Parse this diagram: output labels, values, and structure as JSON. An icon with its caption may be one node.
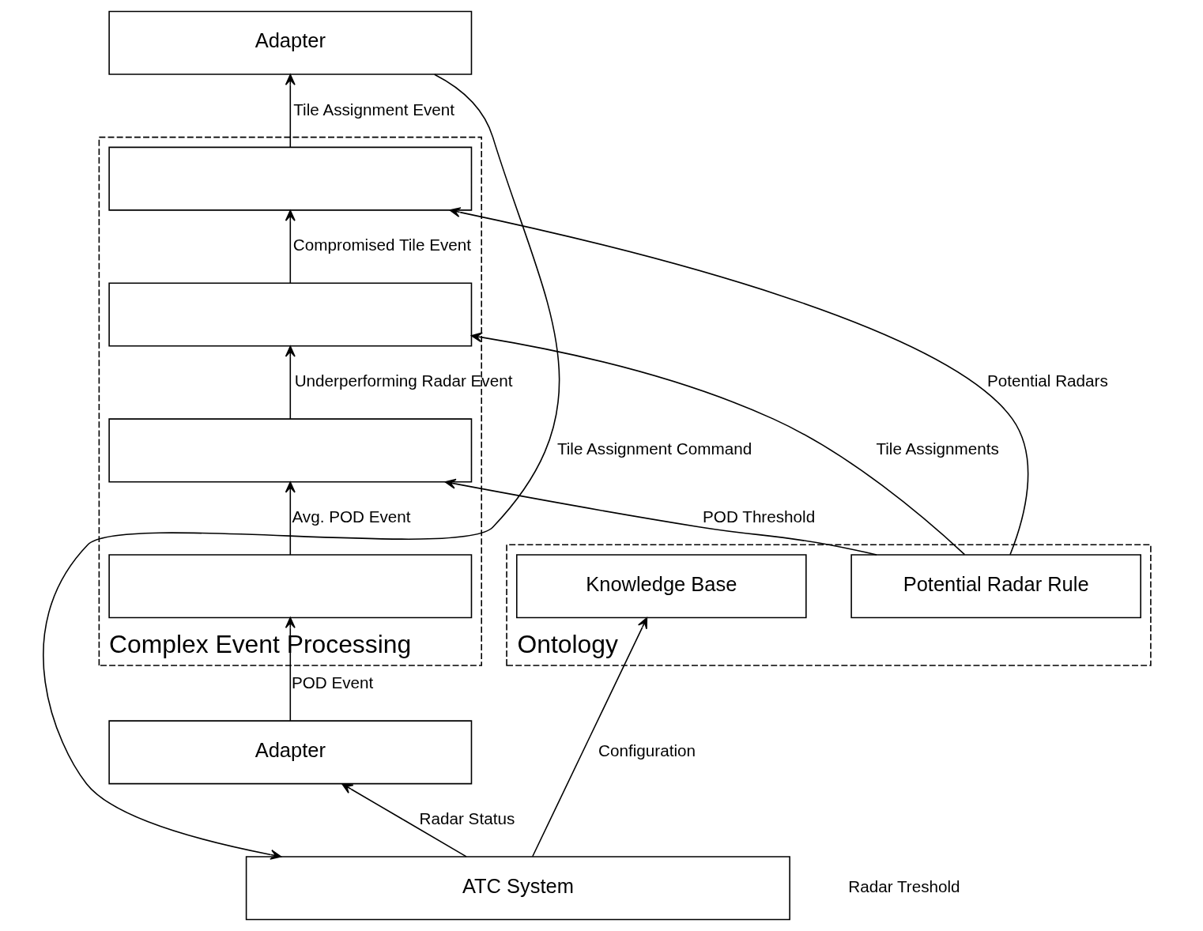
{
  "diagram": {
    "nodes": [
      {
        "text": [
          "Adapter"
        ]
      },
      {
        "text": [
          "Complex Event Processing"
        ]
      },
      {
        "text": [],
        "shape": "box",
        "in": 1
      },
      {
        "text": [],
        "shape": "box",
        "in": 1
      },
      {
        "text": [],
        "shape": "box",
        "in": 1
      },
      {
        "text": [],
        "shape": "box",
        "in": 1
      },
      {
        "text": [
          "Ontology"
        ]
      },
      {
        "text": [
          "Potential Radar Rule"
        ],
        "in": 6
      },
      {
        "text": [
          "Knowledge Base"
        ],
        "in": 6
      },
      {
        "text": [
          "Adapter"
        ]
      },
      {
        "text": [
          "ATC System"
        ]
      }
    ],
    "edges": [
      {
        "from": 10,
        "to": 9,
        "arrow": "to",
        "label": "Radar Status"
      },
      {
        "from": 9,
        "to": 5,
        "arrow": "to",
        "label": "POD Event"
      },
      {
        "from": 5,
        "to": 4,
        "arrow": "to",
        "label": "Avg. POD Event"
      },
      {
        "from": 4,
        "to": 3,
        "arrow": "to",
        "label": "Underperforming Radar Event"
      },
      {
        "from": 3,
        "to": 2,
        "arrow": "to",
        "label": "Compromised Tile Event"
      },
      {
        "from": 2,
        "to": 0,
        "arrow": "to",
        "label": "Tile Assignment Event"
      },
      {
        "from": 0,
        "to": 10,
        "arrow": "to",
        "label": "Tile Assignment Command"
      },
      {
        "from": 10,
        "to": 8,
        "arrow": "to",
        "label": "Configuration"
      },
      {
        "from": 7,
        "to": 2,
        "arrow": "to",
        "label": "Potential Radars"
      },
      {
        "from": 7,
        "to": 3,
        "arrow": "to",
        "label": "Tile Assignments"
      },
      {
        "from": 7,
        "to": 4,
        "arrow": "to",
        "label": "POD Threshold"
      }
    ],
    "labels": [
      "Radar Treshold"
    ]
  }
}
